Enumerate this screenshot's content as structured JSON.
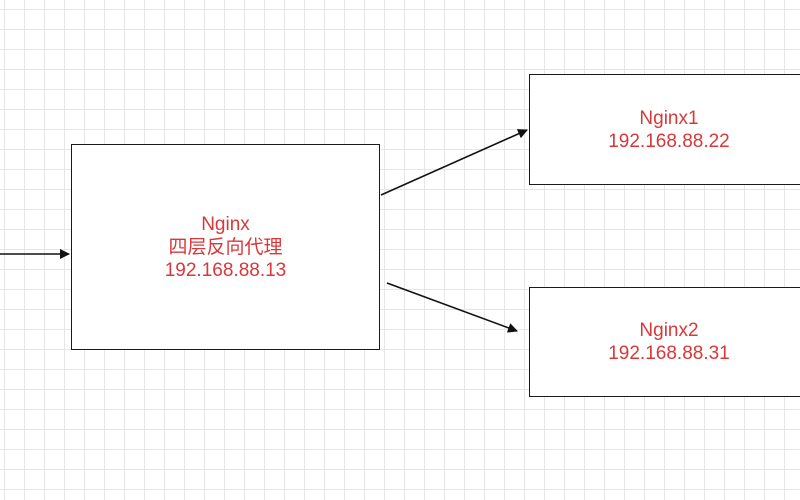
{
  "colors": {
    "text": "#d9383a",
    "border": "#1a1a1a",
    "arrow": "#111111",
    "grid": "#e6e6e6"
  },
  "nodes": {
    "proxy": {
      "lines": [
        "Nginx",
        "四层反向代理",
        "192.168.88.13"
      ]
    },
    "nginx1": {
      "lines": [
        "Nginx1",
        "192.168.88.22"
      ]
    },
    "nginx2": {
      "lines": [
        "Nginx2",
        "192.168.88.31"
      ]
    }
  },
  "edges": [
    {
      "from": "external-client",
      "to": "proxy"
    },
    {
      "from": "proxy",
      "to": "nginx1"
    },
    {
      "from": "proxy",
      "to": "nginx2"
    }
  ]
}
